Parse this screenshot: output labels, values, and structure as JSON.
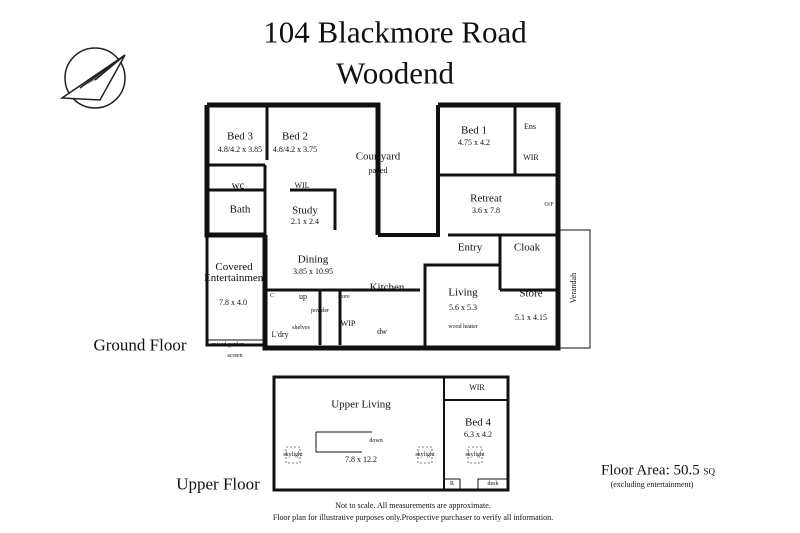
{
  "title": {
    "line1": "104 Blackmore Road",
    "line2": "Woodend"
  },
  "logo": {
    "icon": "compass-icon"
  },
  "ground_floor": {
    "label": "Ground Floor",
    "rooms": [
      {
        "name": "Bed 3",
        "dims": "4.8/4.2 x 3.85"
      },
      {
        "name": "Bed 2",
        "dims": "4.8/4.2 x 3.75"
      },
      {
        "name": "wc"
      },
      {
        "name": "WIL"
      },
      {
        "name": "Bath"
      },
      {
        "name": "Study",
        "dims": "2.1 x 2.4"
      },
      {
        "name": "Courtyard",
        "dims": "paved"
      },
      {
        "name": "Bed 1",
        "dims": "4.75 x 4.2"
      },
      {
        "name": "Ens"
      },
      {
        "name": "WIR"
      },
      {
        "name": "Retreat",
        "dims": "3.6 x 7.8"
      },
      {
        "name": "O/F"
      },
      {
        "name": "Entry"
      },
      {
        "name": "Cloak"
      },
      {
        "name": "Dining",
        "dims": "3.85 x 10.95"
      },
      {
        "name": "Covered Entertainment",
        "dims": "7.8 x 4.0"
      },
      {
        "name": "Kitchen"
      },
      {
        "name": "Living",
        "dims": "5.6 x 5.3"
      },
      {
        "name": "Store",
        "dims": "5.1 x 4.15"
      },
      {
        "name": "Verandah"
      }
    ],
    "annotations": {
      "up": "up",
      "store": "store",
      "powder": "powder",
      "shelves": "shelves",
      "wip": "WIP",
      "dw": "dw",
      "ldry": "L'dry",
      "wood_heater": "wood heater",
      "raised_garden": "raised garden",
      "screen": "screen",
      "c": "C"
    }
  },
  "upper_floor": {
    "label": "Upper Floor",
    "rooms": [
      {
        "name": "Upper Living",
        "dims": "7.8 x 12.2"
      },
      {
        "name": "WIR"
      },
      {
        "name": "Bed 4",
        "dims": "6.3 x 4.2"
      }
    ],
    "annotations": {
      "down": "down",
      "skylight": "skylight",
      "r": "R",
      "desk": "desk"
    }
  },
  "floor_area": {
    "label": "Floor Area: 50.5",
    "unit": "SQ",
    "note": "(excluding entertainment)"
  },
  "disclaimer": {
    "line1": "Not to scale. All measurements are approximate.",
    "line2": "Floor plan for illustrative purposes only.Prospective purchaser to verify all information."
  }
}
